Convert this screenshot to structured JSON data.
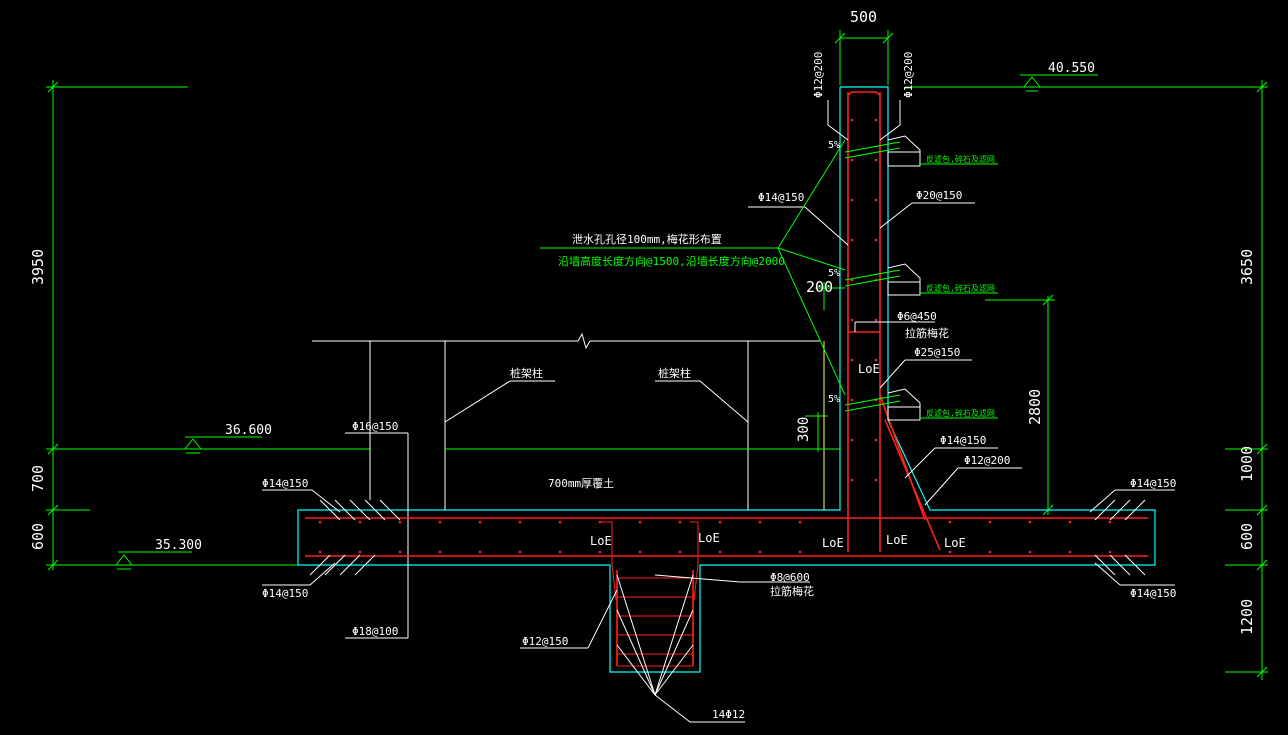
{
  "dimensions": {
    "top_width": "500",
    "left_total": "3950",
    "left_700": "700",
    "left_600": "600",
    "right_3650": "3650",
    "right_1000": "1000",
    "right_600": "600",
    "right_1200": "1200",
    "mid_2800": "2800",
    "wall_200": "200",
    "wall_300": "300"
  },
  "elevations": {
    "top": "40.550",
    "backfill": "36.600",
    "base": "35.300"
  },
  "rebar_labels": {
    "wall_top_left": "Φ12@200",
    "wall_top_right": "Φ12@200",
    "wall_left": "Φ14@150",
    "wall_right": "Φ20@150",
    "tie_a": "Φ6@450",
    "tie_a_note": "拉筋梅花",
    "wall_right_lower": "Φ25@150",
    "heel_left": "Φ16@150",
    "slab_top_left": "Φ14@150",
    "slab_bot_left": "Φ14@150",
    "slab_left_dowel": "Φ18@100",
    "haunch_1": "Φ14@150",
    "haunch_2": "Φ12@200",
    "slab_top_right": "Φ14@150",
    "slab_bot_right": "Φ14@150",
    "key_tie": "Φ8@600",
    "key_tie_note": "拉筋梅花",
    "key_side": "Φ12@150",
    "key_long": "14Φ12"
  },
  "anchorage": "LoE",
  "slope": "5%",
  "notes": {
    "drain_white": "泄水孔孔径100mm,梅花形布置",
    "drain_green": "沿墙高度长度方向@1500,沿墙长度方向@2000",
    "filter": "反滤包,碎石及滤网",
    "pile_left": "桩架柱",
    "pile_right": "桩架柱",
    "fill": "700mm厚覆土"
  }
}
